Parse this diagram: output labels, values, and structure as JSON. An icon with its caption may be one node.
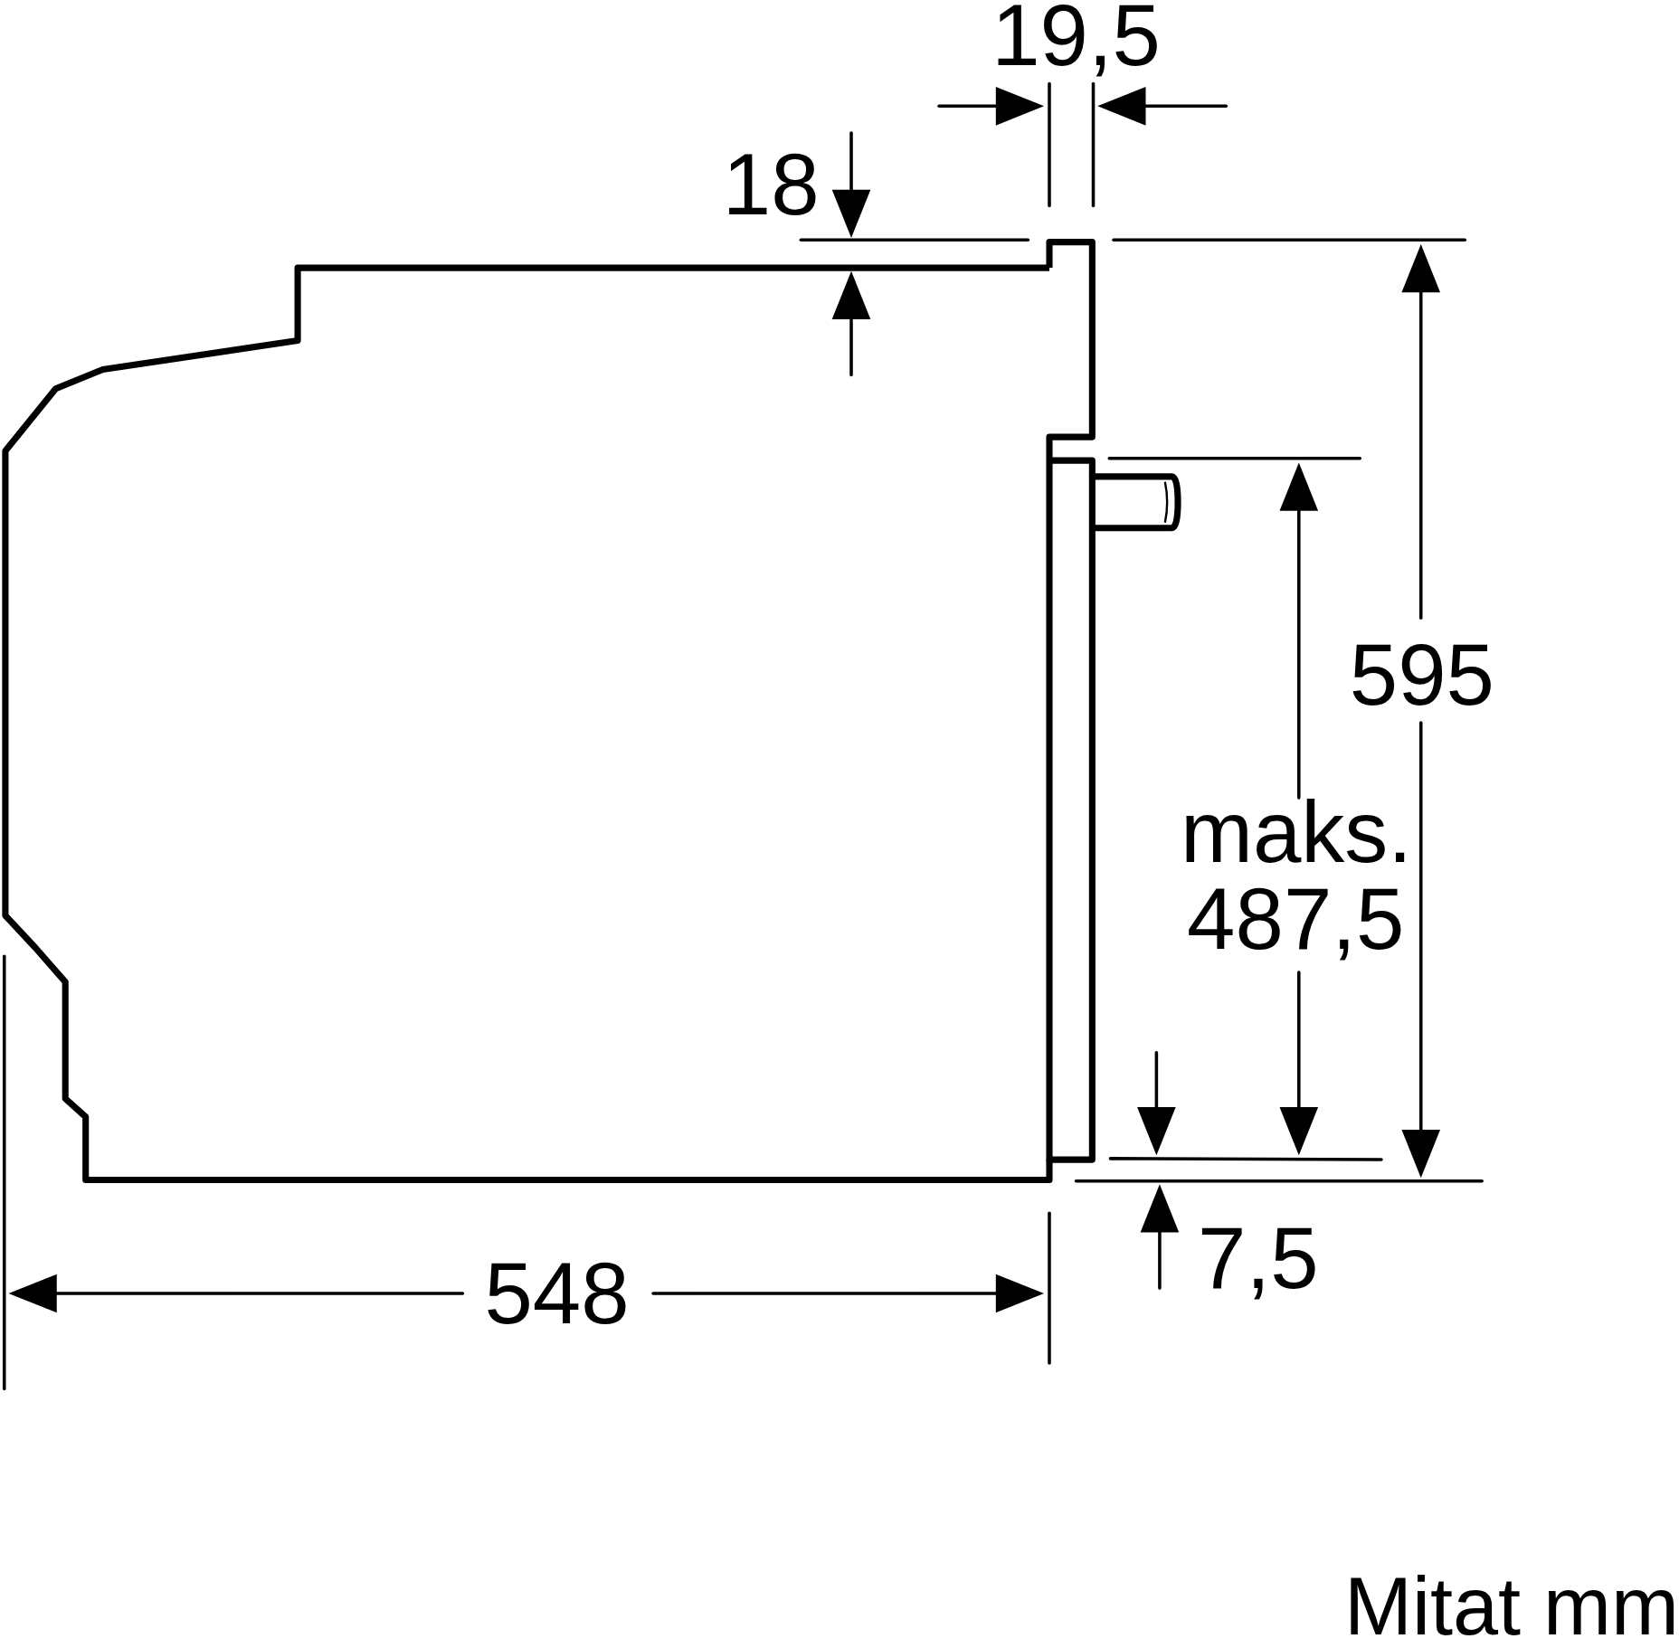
{
  "diagram": {
    "labels": [
      "19,5",
      "18",
      "595",
      "maks. 487,5",
      "7,5",
      "548",
      "Mitat mm"
    ]
  }
}
